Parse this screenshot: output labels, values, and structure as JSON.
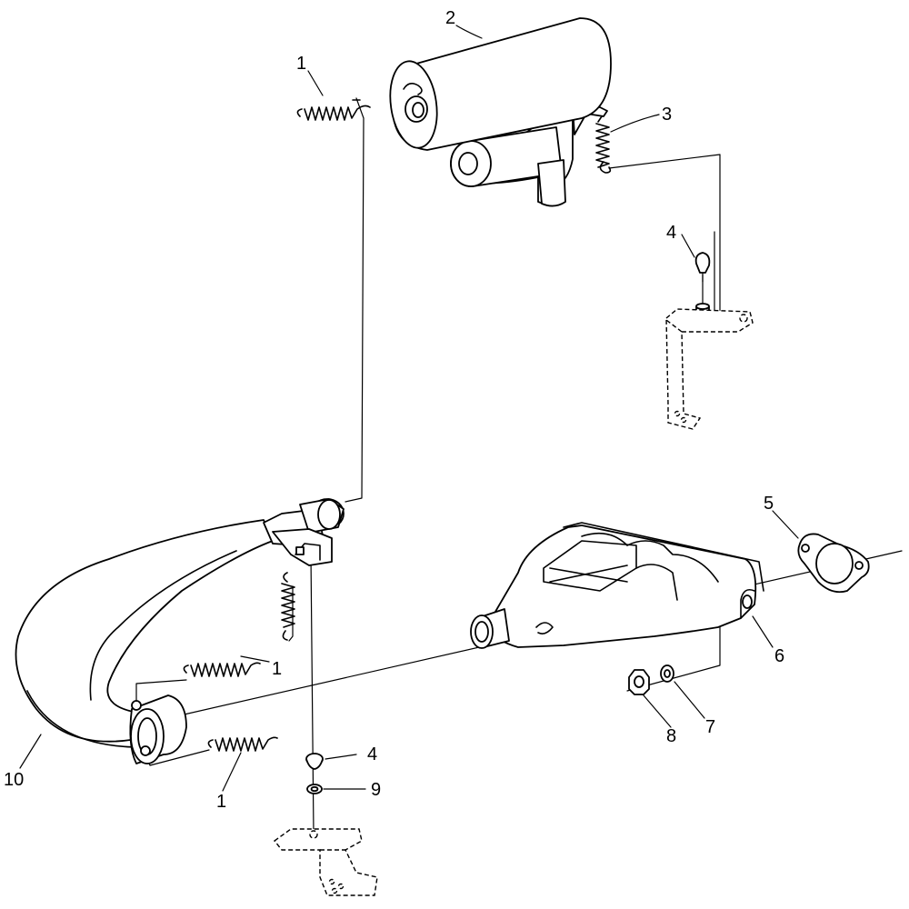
{
  "callouts": {
    "c1_top": "1",
    "c2": "2",
    "c3": "3",
    "c4_top": "4",
    "c5": "5",
    "c6": "6",
    "c7": "7",
    "c8": "8",
    "c1_mid": "1",
    "c1_bottom": "1",
    "c4_bottom": "4",
    "c9": "9",
    "c10": "10"
  },
  "icons": [
    "spring-icon",
    "muffler-icon",
    "grommet-icon",
    "gasket-icon",
    "manifold-icon",
    "washer-icon",
    "nut-icon",
    "exhaust-pipe-icon",
    "bracket-icon"
  ]
}
